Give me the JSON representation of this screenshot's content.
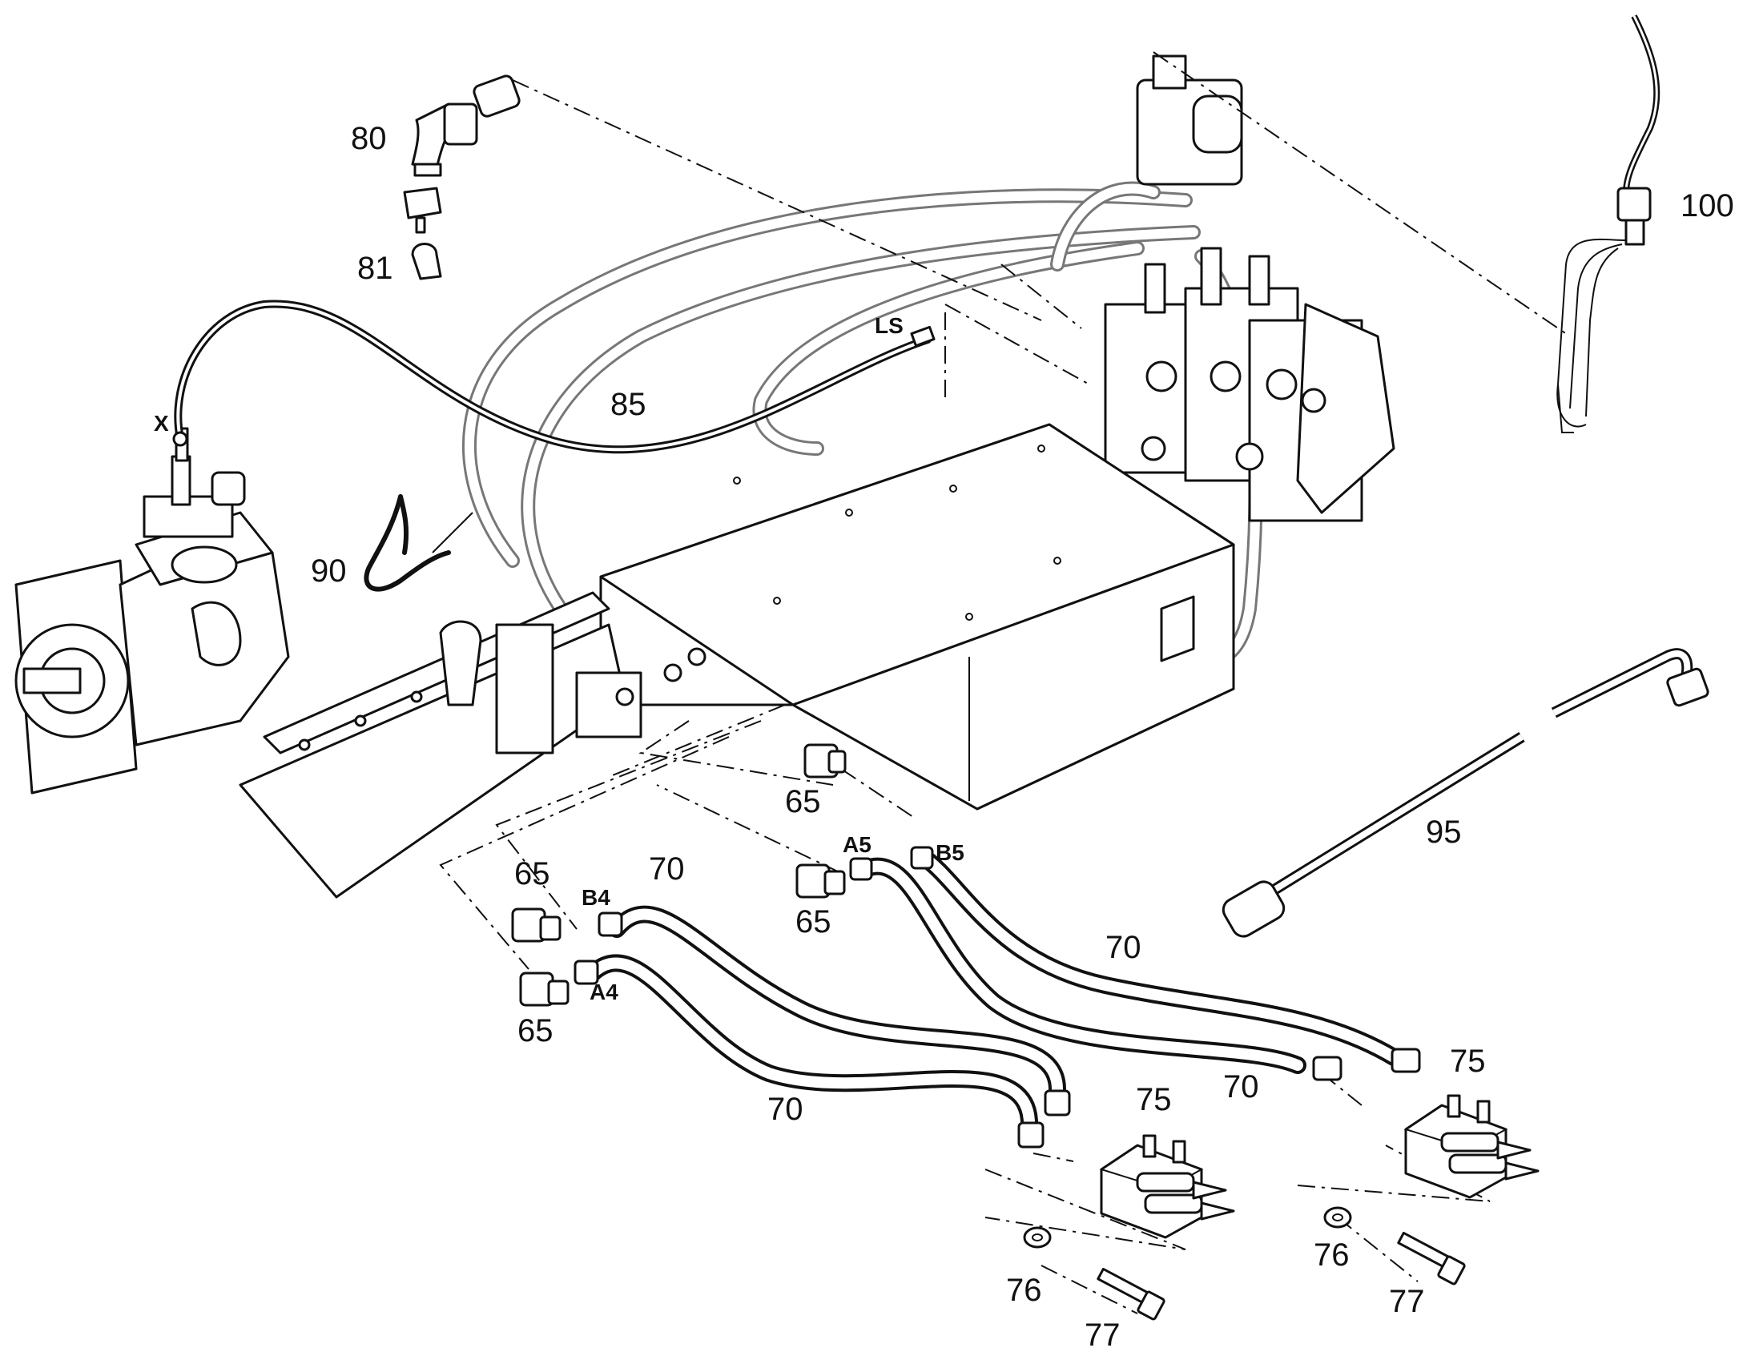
{
  "callouts": {
    "c80": "80",
    "c81": "81",
    "c85": "85",
    "c90": "90",
    "c100": "100",
    "c95": "95",
    "c65a": "65",
    "c65b": "65",
    "c65c": "65",
    "c65d": "65",
    "c70a": "70",
    "c70b": "70",
    "c70c": "70",
    "c70d": "70",
    "c75a": "75",
    "c75b": "75",
    "c76a": "76",
    "c76b": "76",
    "c77a": "77",
    "c77b": "77"
  },
  "ports": {
    "x": "X",
    "ls": "LS",
    "a4": "A4",
    "b4": "B4",
    "a5": "A5",
    "b5": "B5"
  }
}
